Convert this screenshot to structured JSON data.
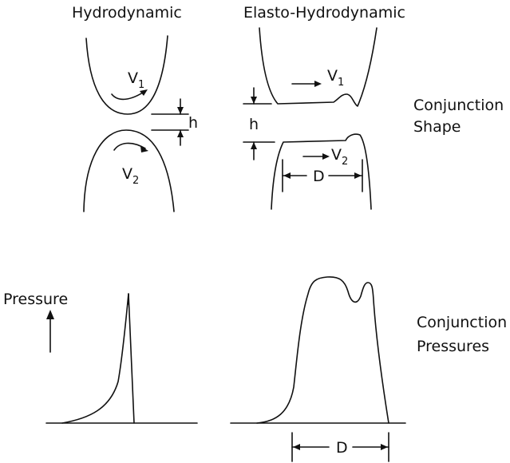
{
  "titles": {
    "hydrodynamic": "Hydrodynamic",
    "elasto_hydrodynamic": "Elasto-Hydrodynamic"
  },
  "labels": {
    "velocity_symbol": "V",
    "velocity_top_sub": "1",
    "velocity_bottom_sub": "2",
    "film_thickness": "h",
    "contact_width": "D",
    "pressure": "Pressure"
  },
  "row_labels": {
    "shape_line1": "Conjunction",
    "shape_line2": "Shape",
    "pressures_line1": "Conjunction",
    "pressures_line2": "Pressures"
  }
}
